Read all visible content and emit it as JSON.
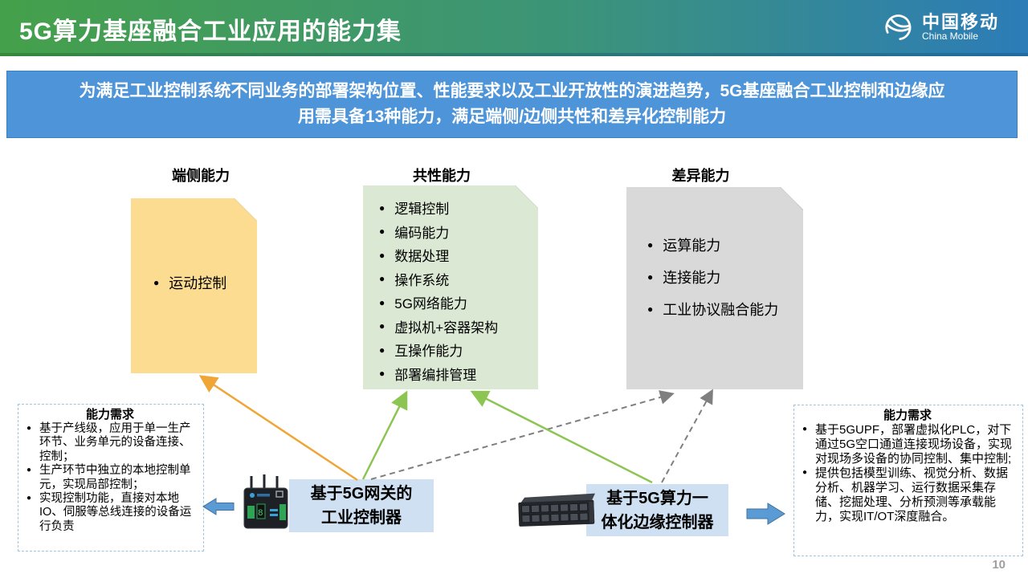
{
  "header": {
    "title": "5G算力基座融合工业应用的能力集",
    "logo": {
      "cn": "中国移动",
      "en": "China Mobile"
    }
  },
  "banner": {
    "lines": [
      "为满足工业控制系统不同业务的部署架构位置、性能要求以及工业开放性的演进趋势，5G基座融合工业控制和边缘应",
      "用需具备13种能力，满足端侧/边侧共性和差异化控制能力"
    ]
  },
  "columns": [
    {
      "header": "端侧能力",
      "items": [
        "运动控制"
      ]
    },
    {
      "header": "共性能力",
      "items": [
        "逻辑控制",
        "编码能力",
        "数据处理",
        "操作系统",
        "5G网络能力",
        "虚拟机+容器架构",
        "互操作能力",
        "部署编排管理"
      ]
    },
    {
      "header": "差异能力",
      "items": [
        "运算能力",
        "连接能力",
        "工业协议融合能力"
      ]
    }
  ],
  "requirements": [
    {
      "title": "能力需求",
      "bullets": [
        "基于产线级，应用于单一生产环节、业务单元的设备连接、控制；",
        "生产环节中独立的本地控制单元，实现局部控制；",
        "实现控制功能，直接对本地IO、伺服等总线连接的设备运行负责"
      ]
    },
    {
      "title": "能力需求",
      "bullets": [
        "基于5GUPF，部署虚拟化PLC，对下通过5G空口通道连接现场设备，实现对现场多设备的协同控制、集中控制;",
        "提供包括模型训练、视觉分析、数据分析、机器学习、运行数据采集存储、挖掘处理、分析预测等承载能力，实现IT/OT深度融合。"
      ]
    }
  ],
  "device_labels": [
    {
      "lines": [
        "基于5G网关的",
        "工业控制器"
      ]
    },
    {
      "lines": [
        "基于5G算力一",
        "体化边缘控制器"
      ]
    }
  ],
  "page_number": "10",
  "icons": {
    "logo": "china-mobile-logo",
    "gateway": "5g-gateway-device",
    "server": "edge-server-device"
  },
  "colors": {
    "header_gradient_left": "#45A04B",
    "header_gradient_right": "#2C7CB8",
    "banner_bg": "#4D94D8",
    "box_device": "#FBDC91",
    "box_common": "#DBE8D4",
    "box_diff": "#D9D9D9",
    "device_label_bg": "#CEE0F2",
    "arrow_orange": "#F0A636",
    "arrow_green": "#8CC552",
    "arrow_dashed_gray": "#7F7F7F",
    "block_arrow_blue": "#5B9BD5"
  }
}
